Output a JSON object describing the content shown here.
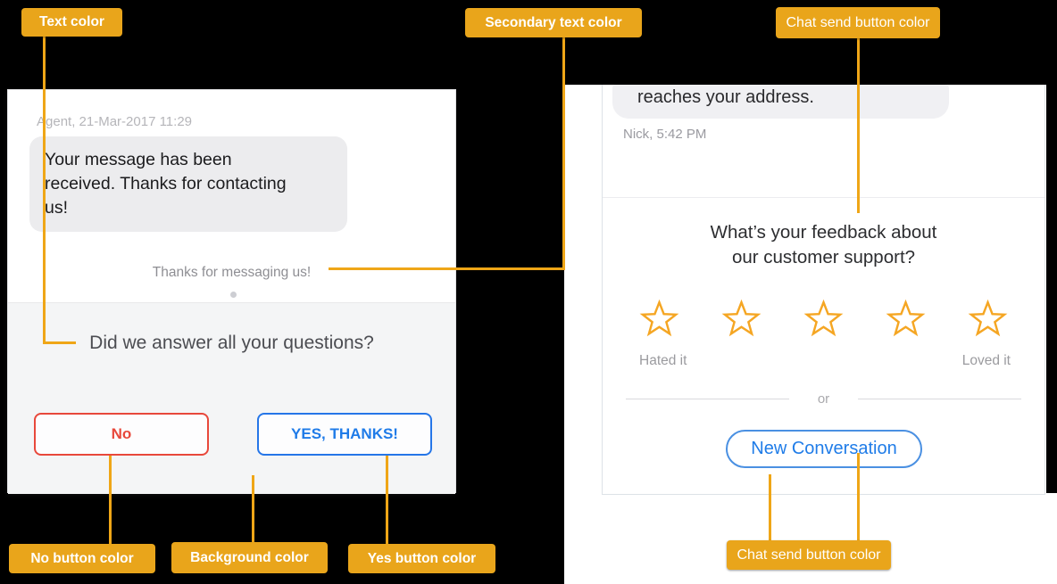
{
  "annotations": {
    "accent_color": "#E9A51B",
    "line_color": "#EFA617",
    "labels": {
      "text_color": "Text color",
      "secondary_text_color": "Secondary text color",
      "chat_send_top": "Chat send button color",
      "no_button": "No button color",
      "background": "Background color",
      "yes_button": "Yes button color",
      "chat_send_bottom": "Chat send button color"
    }
  },
  "left_chat": {
    "meta": "Agent, 21-Mar-2017 11:29",
    "message_lines": [
      "Your message has been",
      "received. Thanks for contacting",
      "us!"
    ],
    "secondary_text": "Thanks for messaging us!",
    "question": "Did we answer all your questions?",
    "no_button": "No",
    "yes_button": "YES, THANKS!",
    "colors": {
      "text": "#1B1B1D",
      "secondary_text": "#8E8E93",
      "no_button": "#E8483B",
      "yes_button": "#1F7BE8",
      "background": "#F4F5F6"
    }
  },
  "right_chat": {
    "bubble_text": "reaches your address.",
    "meta": "Nick, 5:42 PM",
    "question_lines": [
      "What’s your feedback about",
      "our customer support?"
    ],
    "star_count": 5,
    "rating_low": "Hated it",
    "rating_high": "Loved it",
    "or_text": "or",
    "new_conversation": "New Conversation",
    "colors": {
      "send_button": "#2F80ED",
      "star": "#F5A623"
    }
  }
}
